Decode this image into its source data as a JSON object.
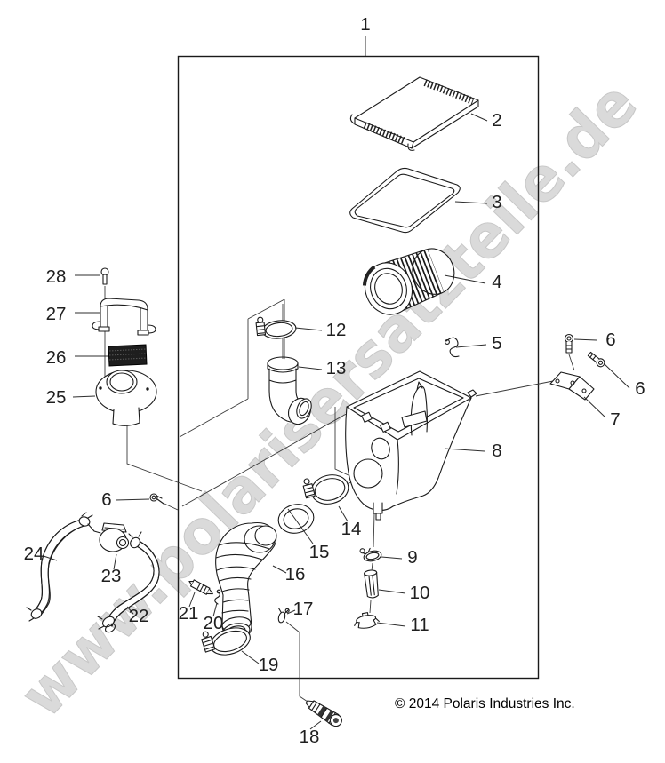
{
  "diagram": {
    "watermark": "www.polarisersatzteile.de",
    "copyright": "© 2014 Polaris Industries Inc.",
    "callouts": {
      "n1": "1",
      "n2": "2",
      "n3": "3",
      "n4": "4",
      "n5": "5",
      "n6": "6",
      "n7": "7",
      "n8": "8",
      "n9": "9",
      "n10": "10",
      "n11": "11",
      "n12": "12",
      "n13": "13",
      "n14": "14",
      "n15": "15",
      "n16": "16",
      "n17": "17",
      "n18": "18",
      "n19": "19",
      "n20": "20",
      "n21": "21",
      "n22": "22",
      "n23": "23",
      "n24": "24",
      "n25": "25",
      "n26": "26",
      "n27": "27",
      "n28": "28"
    }
  }
}
